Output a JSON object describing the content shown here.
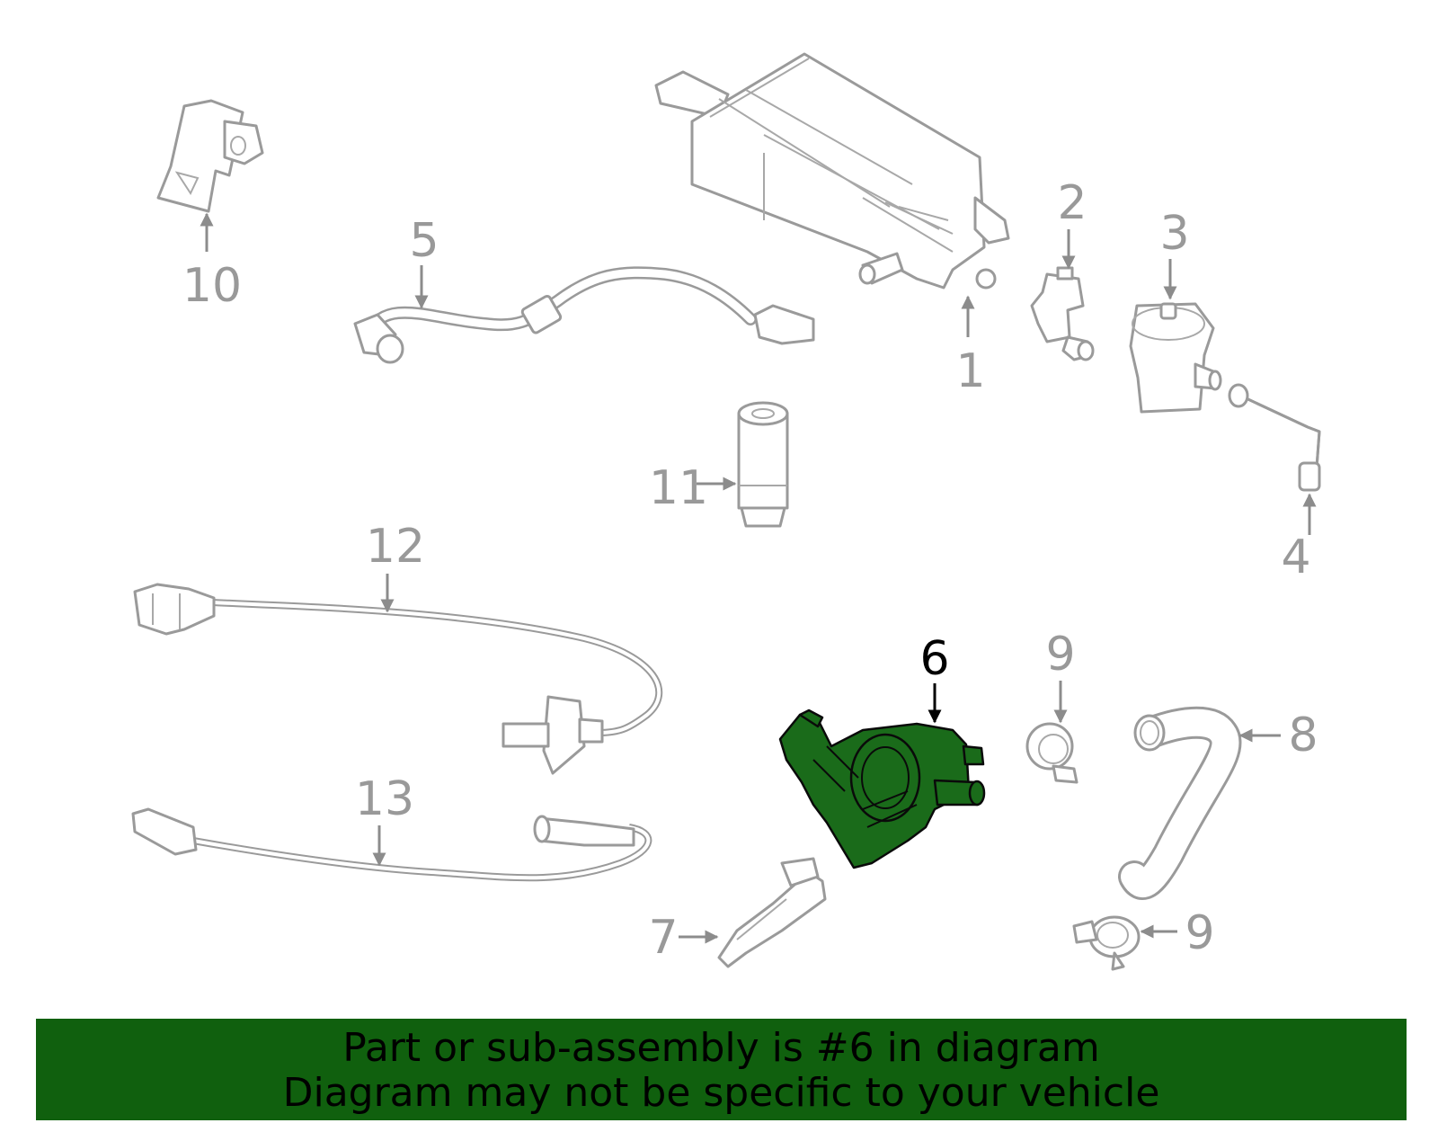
{
  "callouts": {
    "c1": "1",
    "c2": "2",
    "c3": "3",
    "c4": "4",
    "c5": "5",
    "c6": "6",
    "c7": "7",
    "c8": "8",
    "c9a": "9",
    "c9b": "9",
    "c10": "10",
    "c11": "11",
    "c12": "12",
    "c13": "13"
  },
  "highlight": {
    "part": "6",
    "color": "#1a6b1a"
  },
  "banner": {
    "line1": "Part or sub-assembly is #6 in diagram",
    "line2": "Diagram may not be specific to your vehicle",
    "color": "#10600e"
  }
}
